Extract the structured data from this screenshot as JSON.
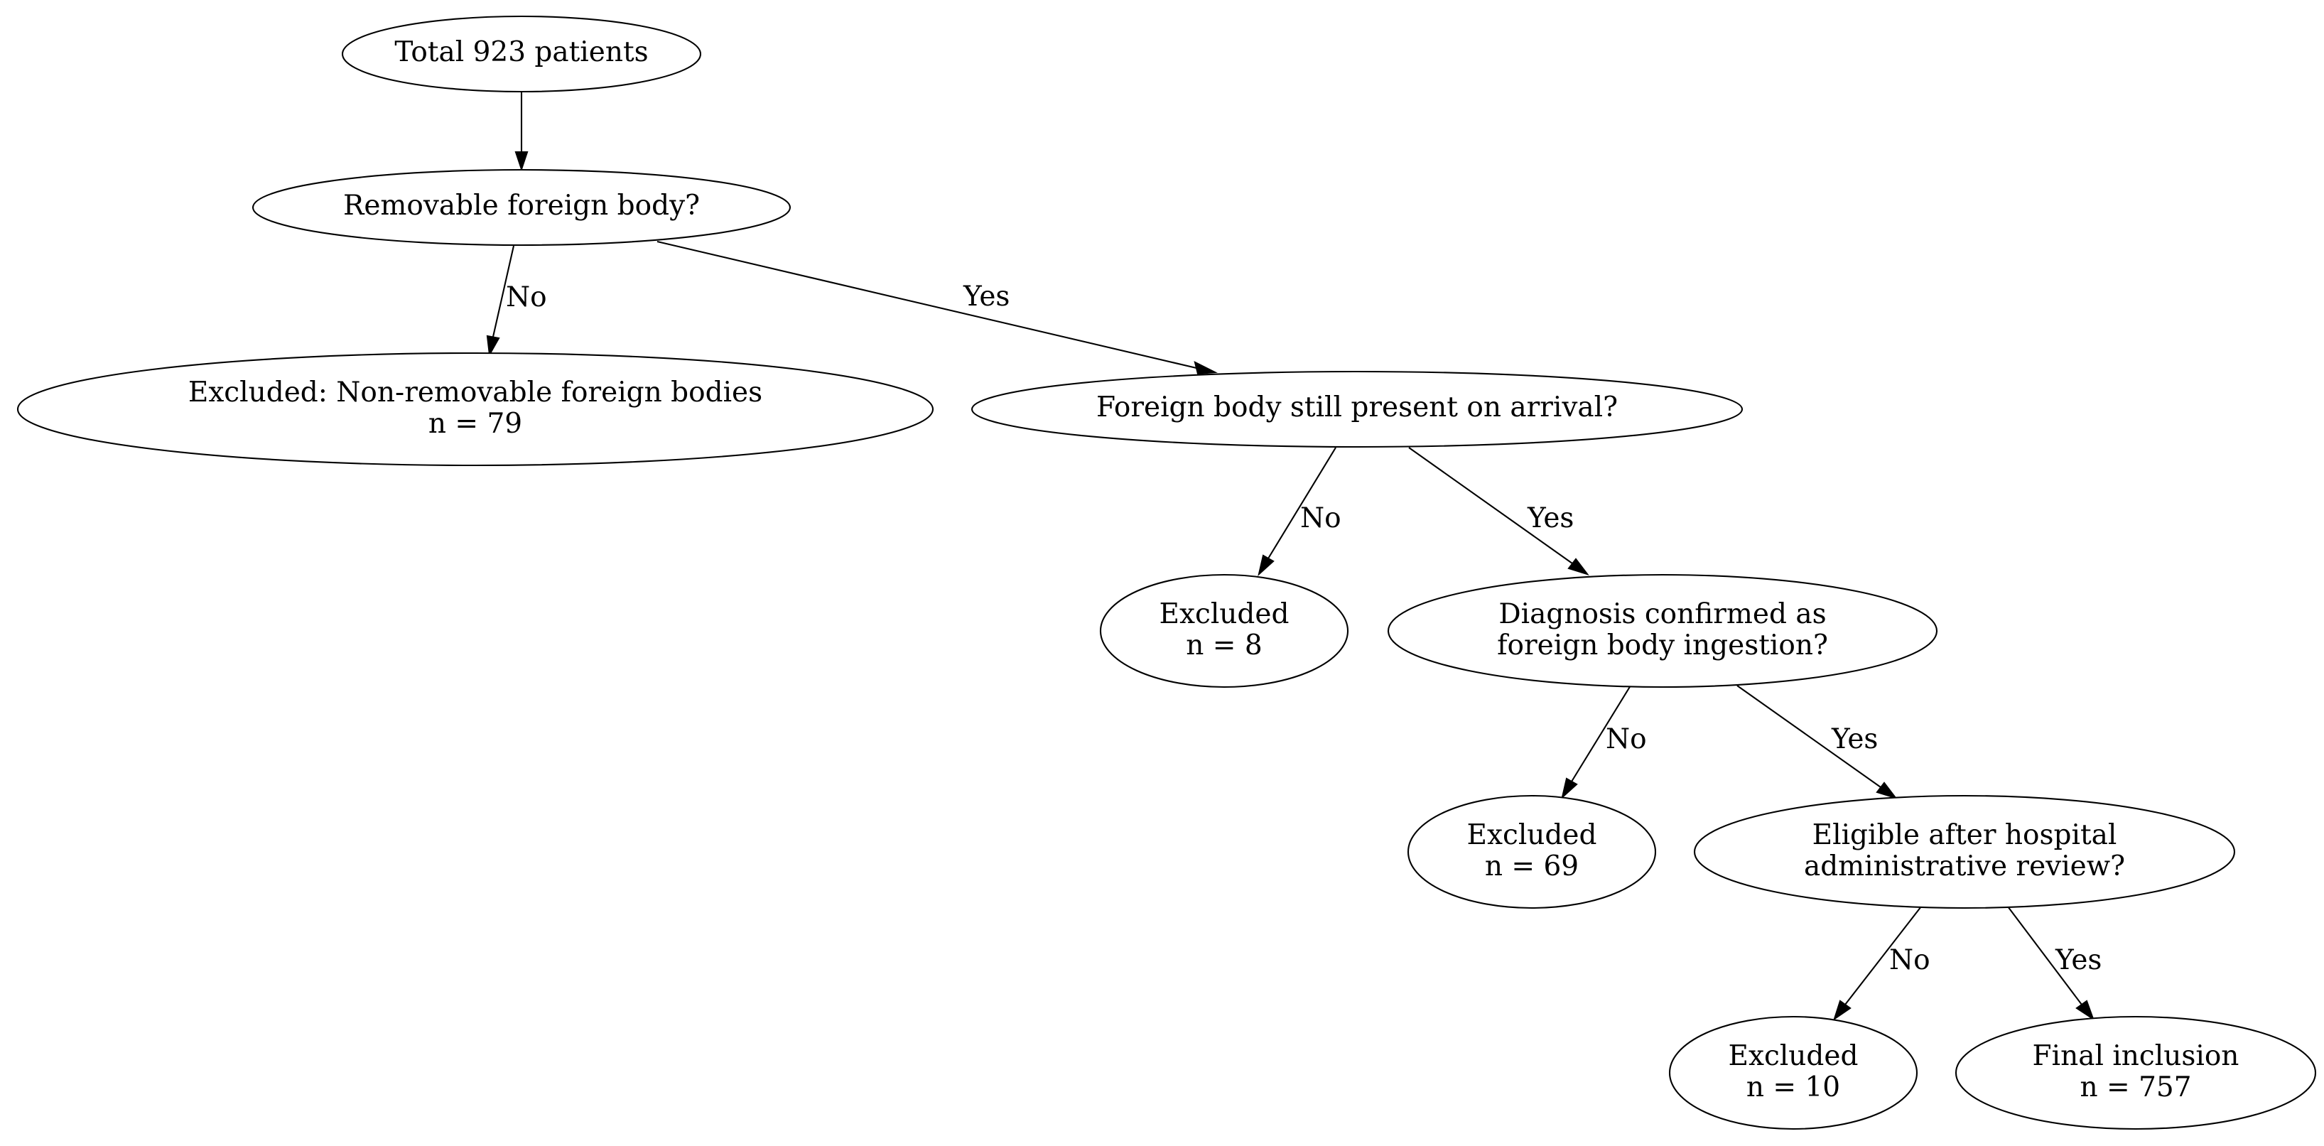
{
  "nodes": {
    "total": {
      "lines": [
        "Total 923 patients"
      ]
    },
    "removable": {
      "lines": [
        "Removable foreign body?"
      ]
    },
    "excluded_nonremovable": {
      "lines": [
        "Excluded: Non-removable foreign bodies",
        "n = 79"
      ]
    },
    "still_present": {
      "lines": [
        "Foreign body still present on arrival?"
      ]
    },
    "excluded_8": {
      "lines": [
        "Excluded",
        "n = 8"
      ]
    },
    "diagnosis": {
      "lines": [
        "Diagnosis confirmed as",
        "foreign body ingestion?"
      ]
    },
    "excluded_69": {
      "lines": [
        "Excluded",
        "n = 69"
      ]
    },
    "eligible": {
      "lines": [
        "Eligible after hospital",
        "administrative review?"
      ]
    },
    "excluded_10": {
      "lines": [
        "Excluded",
        "n = 10"
      ]
    },
    "final": {
      "lines": [
        "Final inclusion",
        "n = 757"
      ]
    }
  },
  "edges": {
    "total_to_removable": {
      "label": ""
    },
    "removable_no": {
      "label": "No"
    },
    "removable_yes": {
      "label": "Yes"
    },
    "present_no": {
      "label": "No"
    },
    "present_yes": {
      "label": "Yes"
    },
    "diagnosis_no": {
      "label": "No"
    },
    "diagnosis_yes": {
      "label": "Yes"
    },
    "eligible_no": {
      "label": "No"
    },
    "eligible_yes": {
      "label": "Yes"
    }
  }
}
